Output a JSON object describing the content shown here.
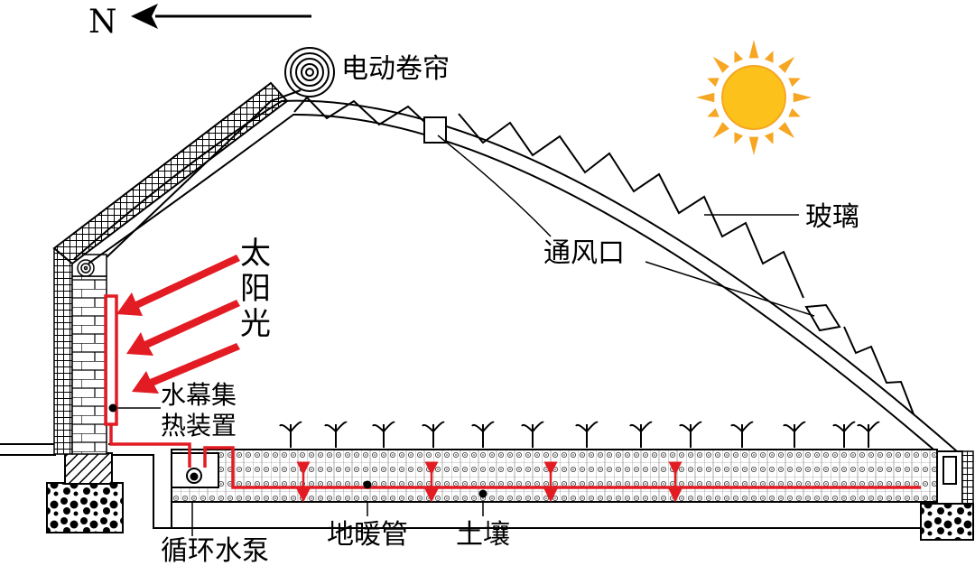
{
  "compass": {
    "north_label": "N"
  },
  "labels": {
    "roller_blind": "电动卷帘",
    "glass": "玻璃",
    "vent": "通风口",
    "sunlight": [
      "太",
      "阳",
      "光"
    ],
    "collector_line1": "水幕集",
    "collector_line2": "热装置",
    "pump": "循环水泵",
    "floor_pipe": "地暖管",
    "soil": "土壤"
  },
  "colors": {
    "heat_red": "#e31b23",
    "sun_core": "#fcc21b",
    "sun_ray": "#f6a623",
    "line": "#000000"
  },
  "icons": {
    "north_arrow": "arrow-left-icon",
    "sun": "sun-icon",
    "roller": "roller-blind-icon",
    "plant": "seedling-icon"
  }
}
